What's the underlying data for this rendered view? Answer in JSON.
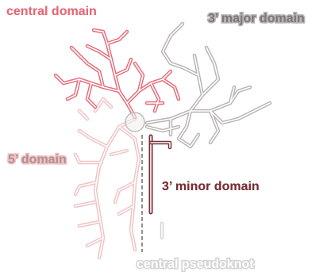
{
  "labels": {
    "central": "central domain",
    "major": "3’ major domain",
    "five": "5’ domain",
    "minor": "3’ minor domain",
    "pseudoknot": "central pseudoknot"
  },
  "colors": {
    "central": "#e66a78",
    "major": "#b9b3b3",
    "five": "#efc2c4",
    "minor": "#7a2e36",
    "pseudoknot": "#d4d4d4",
    "leader": "#555555"
  }
}
